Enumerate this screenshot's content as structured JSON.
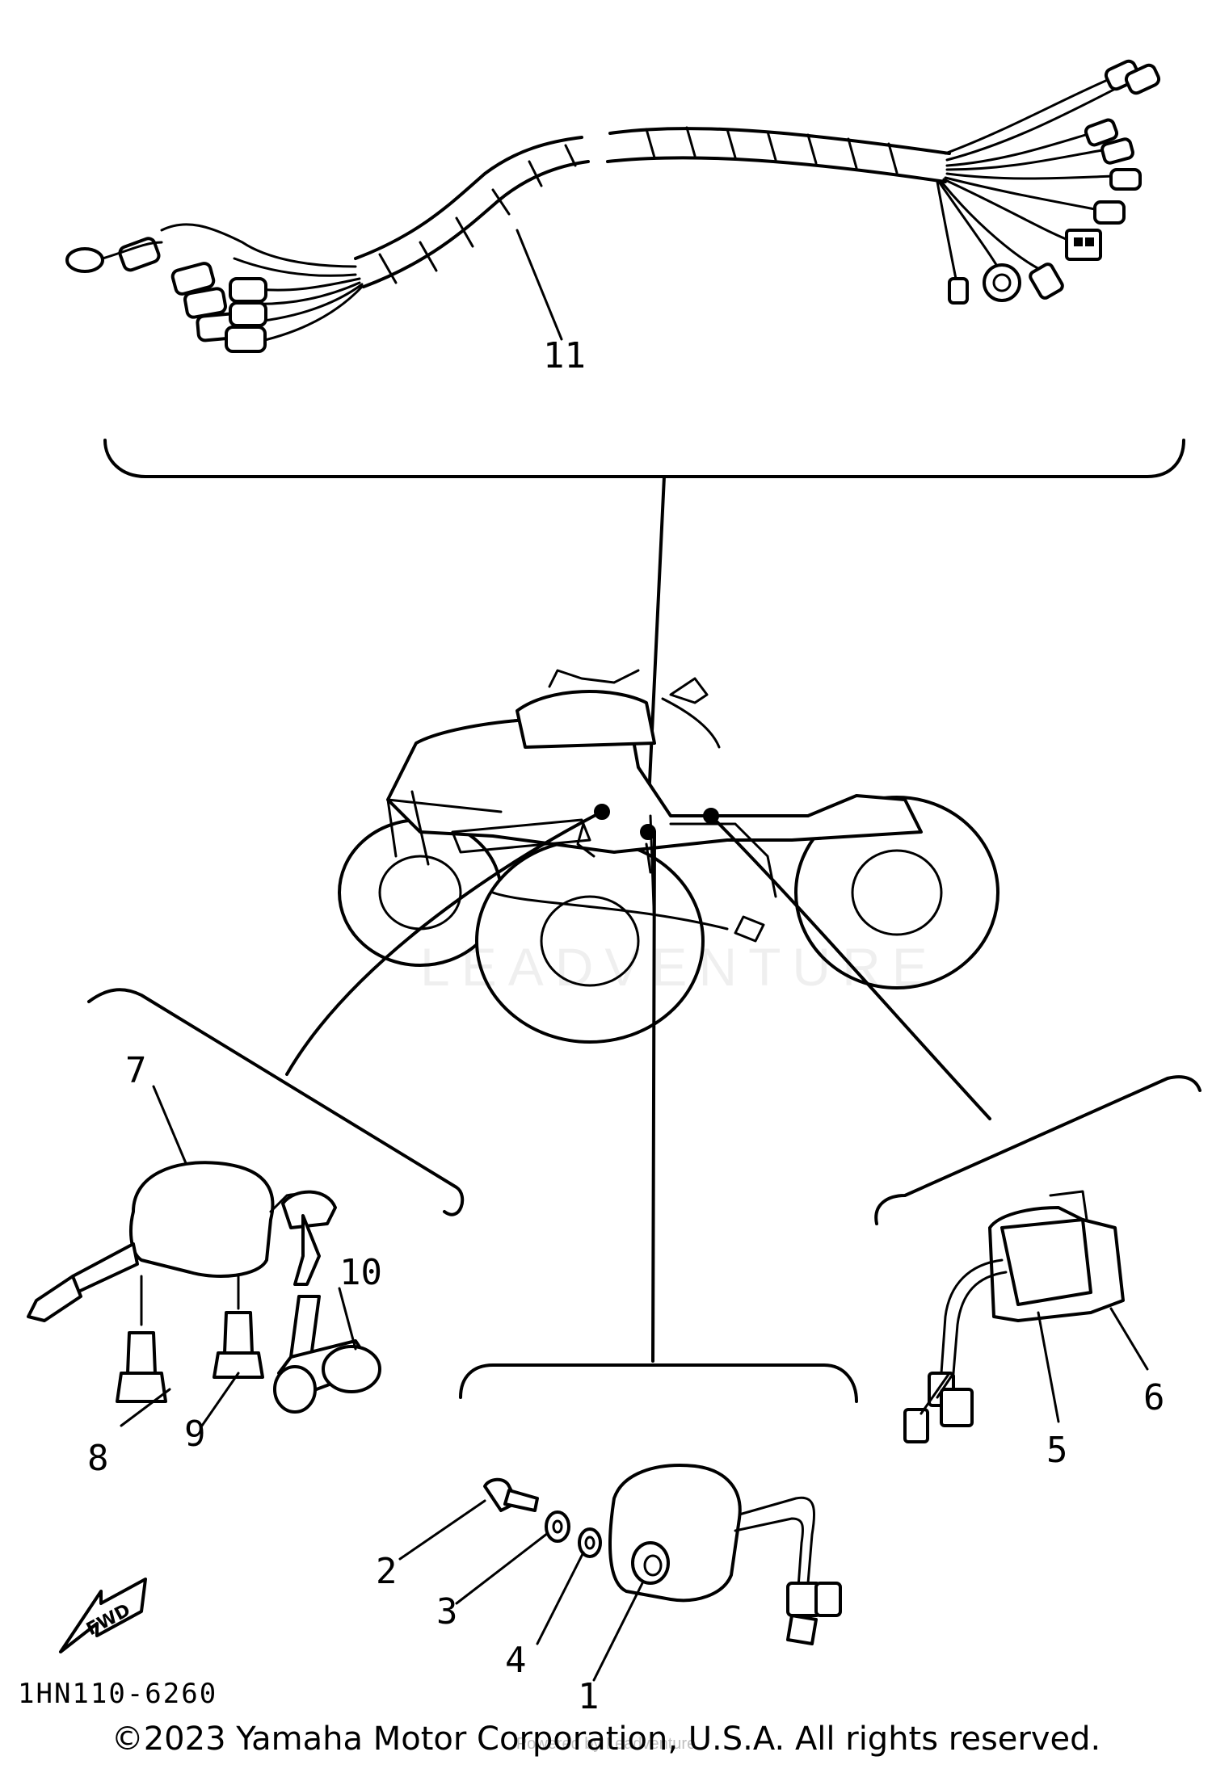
{
  "callouts": {
    "p1": "1",
    "p2": "2",
    "p3": "3",
    "p4": "4",
    "p5": "5",
    "p6": "6",
    "p7": "7",
    "p8": "8",
    "p9": "9",
    "p10": "10",
    "p11": "11"
  },
  "fwd_label": "FWD",
  "diagram_code": "1HN110-6260",
  "watermark_text": "LEADVENTURE",
  "copyright": "©2023 Yamaha Motor Corporation, U.S.A. All rights reserved.",
  "faint_caption": "Powered by Leadventure"
}
